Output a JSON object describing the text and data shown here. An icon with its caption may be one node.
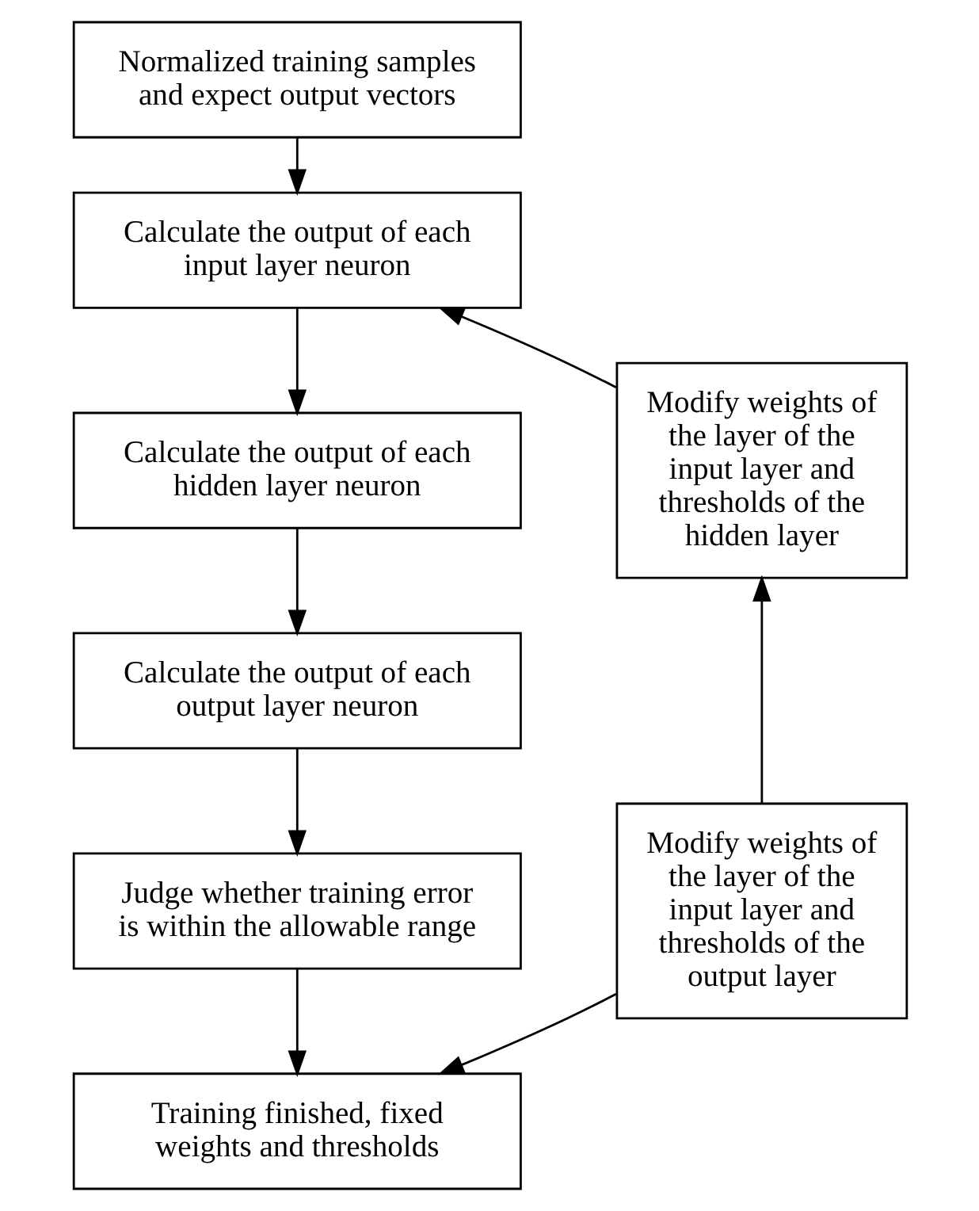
{
  "diagram": {
    "nodes": [
      {
        "text": [
          "Normalized training samples and expect output vectors"
        ]
      },
      {
        "text": [
          "Calculate the output of each input layer neuron"
        ]
      },
      {
        "text": [
          "Calculate the output of each hidden layer neuron"
        ]
      },
      {
        "text": [
          "Calculate the output of each output layer neuron"
        ]
      },
      {
        "text": [
          "Judge whether training error is within the allowable range"
        ]
      },
      {
        "text": [
          "Training finished, fixed weights and thresholds"
        ]
      },
      {
        "text": [
          "Modify weights of the layer of the input layer and thresholds of the hidden layer"
        ]
      },
      {
        "text": [
          "Modify weights of the layer of the input layer and thresholds of the output layer"
        ]
      }
    ],
    "edges": [
      {
        "from": 0,
        "to": 1,
        "arrow": "to"
      },
      {
        "from": 6,
        "to": 1,
        "arrow": "to"
      },
      {
        "from": 1,
        "to": 2,
        "arrow": "to"
      },
      {
        "from": 2,
        "to": 3,
        "arrow": "to"
      },
      {
        "from": 3,
        "to": 4,
        "arrow": "to"
      },
      {
        "from": 4,
        "to": 5,
        "arrow": "to"
      },
      {
        "from": 7,
        "to": 5,
        "arrow": "to"
      },
      {
        "from": 7,
        "to": 6,
        "arrow": "to"
      }
    ]
  }
}
